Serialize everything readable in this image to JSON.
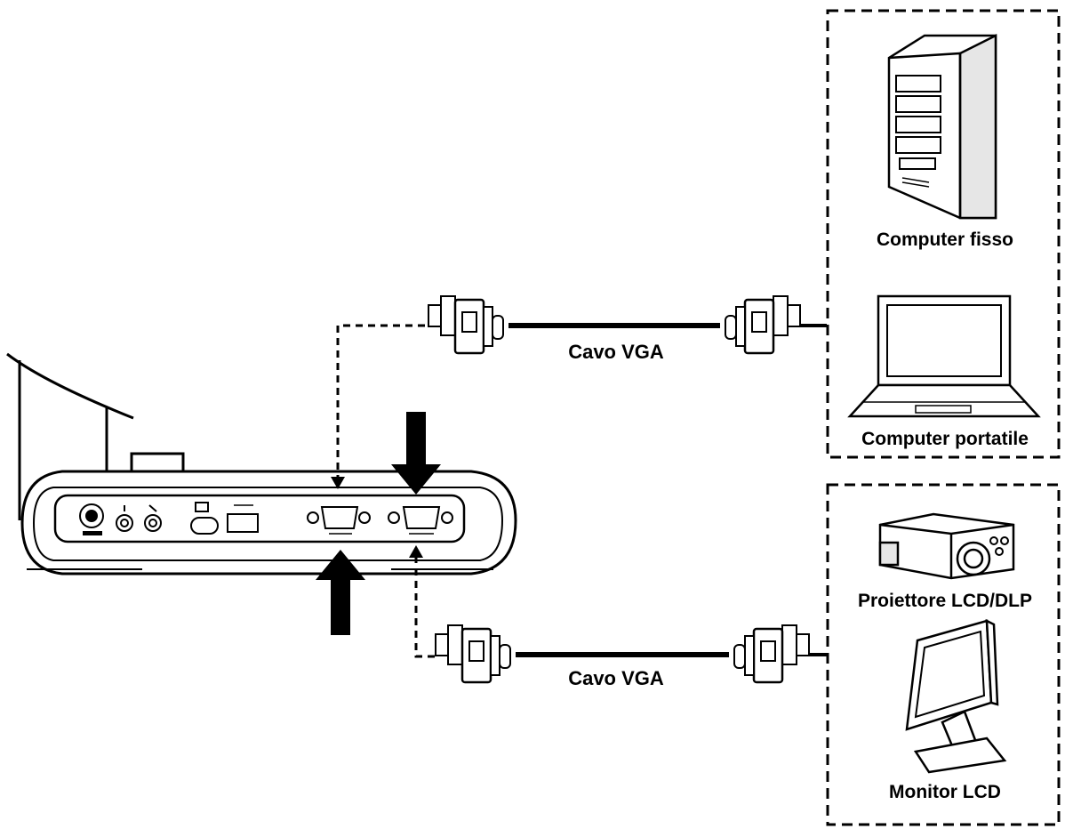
{
  "labels": {
    "cable_top": "Cavo VGA",
    "cable_bottom": "Cavo VGA",
    "desktop": "Computer fisso",
    "laptop": "Computer portatile",
    "projector": "Proiettore LCD/DLP",
    "monitor": "Monitor LCD"
  },
  "colors": {
    "line": "#000000",
    "fill": "#ffffff",
    "gray": "#d9d9d9"
  },
  "icons": [
    "document-camera",
    "vga-connector",
    "desktop-tower-icon",
    "laptop-icon",
    "projector-icon",
    "lcd-monitor-icon",
    "arrow-down-icon",
    "arrow-up-icon"
  ]
}
